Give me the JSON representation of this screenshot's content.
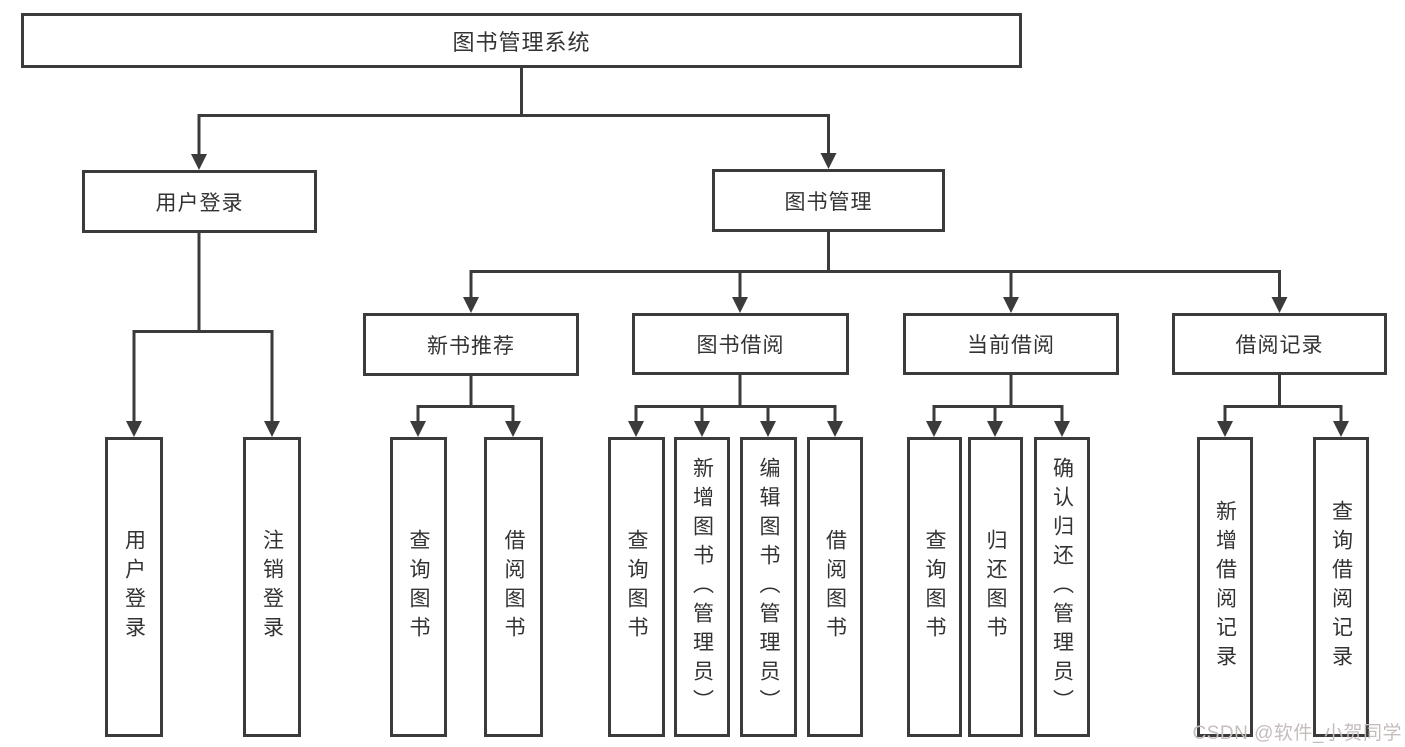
{
  "diagram": {
    "title": "图书管理系统",
    "root": {
      "label": "图书管理系统"
    },
    "branches": [
      {
        "label": "用户登录",
        "children": [
          {
            "label": "用户登录"
          },
          {
            "label": "注销登录"
          }
        ]
      },
      {
        "label": "图书管理",
        "children": [
          {
            "label": "新书推荐",
            "children": [
              {
                "label": "查询图书"
              },
              {
                "label": "借阅图书"
              }
            ]
          },
          {
            "label": "图书借阅",
            "children": [
              {
                "label": "查询图书"
              },
              {
                "label": "新增图书（管理员）"
              },
              {
                "label": "编辑图书（管理员）"
              },
              {
                "label": "借阅图书"
              }
            ]
          },
          {
            "label": "当前借阅",
            "children": [
              {
                "label": "查询图书"
              },
              {
                "label": "归还图书"
              },
              {
                "label": "确认归还（管理员）"
              }
            ]
          },
          {
            "label": "借阅记录",
            "children": [
              {
                "label": "新增借阅记录"
              },
              {
                "label": "查询借阅记录"
              }
            ]
          }
        ]
      }
    ]
  },
  "watermark": {
    "text": "CSDN @软件_小贺同学"
  },
  "colors": {
    "line": "#3b3b3b",
    "text": "#333333",
    "background": "#ffffff",
    "watermark": "#c6bdbd"
  }
}
